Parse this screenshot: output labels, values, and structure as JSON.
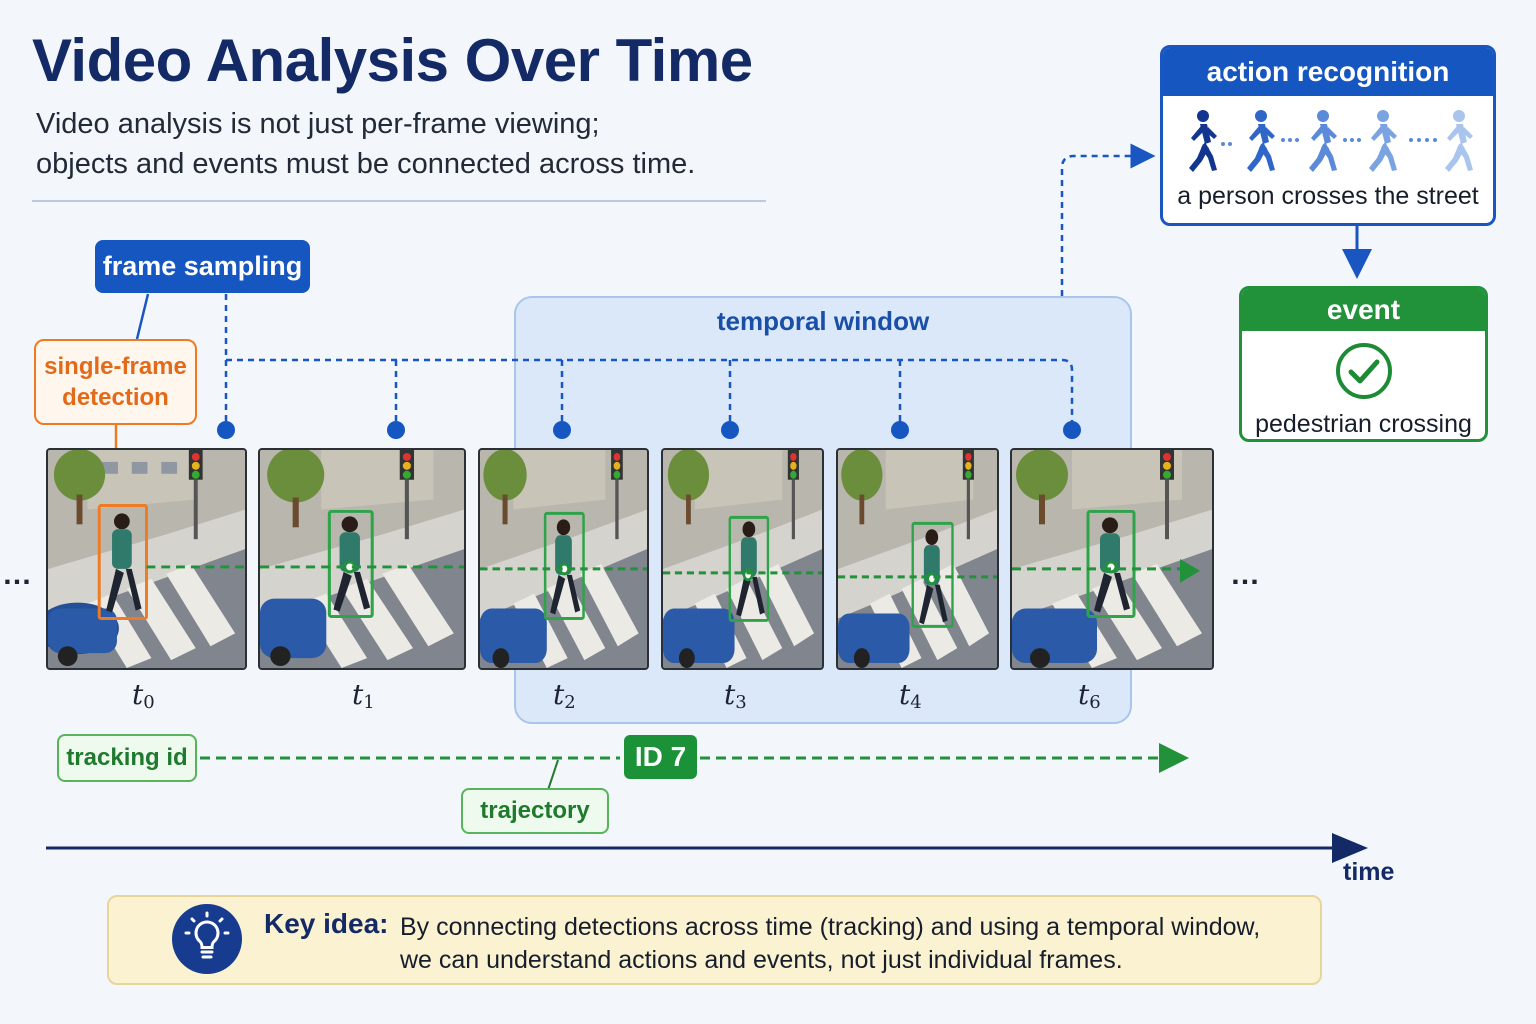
{
  "header": {
    "title": "Video Analysis Over Time",
    "subtitle_line1": "Video analysis is not just per-frame viewing;",
    "subtitle_line2": "objects and events must be connected across time."
  },
  "labels": {
    "frame_sampling": "frame sampling",
    "single_frame_line1": "single-frame",
    "single_frame_line2": "detection",
    "temporal_window": "temporal window",
    "tracking_id": "tracking id",
    "trajectory": "trajectory",
    "id_badge": "ID 7",
    "time_axis": "time",
    "ellipsis": "…"
  },
  "action_recognition": {
    "title": "action recognition",
    "caption": "a person crosses the street"
  },
  "event": {
    "title": "event",
    "caption": "pedestrian crossing"
  },
  "frames": [
    {
      "t": "t",
      "sub": "0"
    },
    {
      "t": "t",
      "sub": "1"
    },
    {
      "t": "t",
      "sub": "2"
    },
    {
      "t": "t",
      "sub": "3"
    },
    {
      "t": "t",
      "sub": "4"
    },
    {
      "t": "t",
      "sub": "6"
    }
  ],
  "key_idea": {
    "label": "Key idea:",
    "line1": "By connecting detections across time (tracking) and using a temporal window,",
    "line2": "we can understand actions and events, not just individual frames."
  },
  "colors": {
    "accent_blue": "#1556c1",
    "detection_orange": "#ef7a24",
    "tracking_green": "#21913a",
    "navy": "#142a66"
  },
  "icons": [
    "walking-person-icon",
    "check-circle-icon",
    "lightbulb-icon",
    "traffic-light-icon"
  ]
}
